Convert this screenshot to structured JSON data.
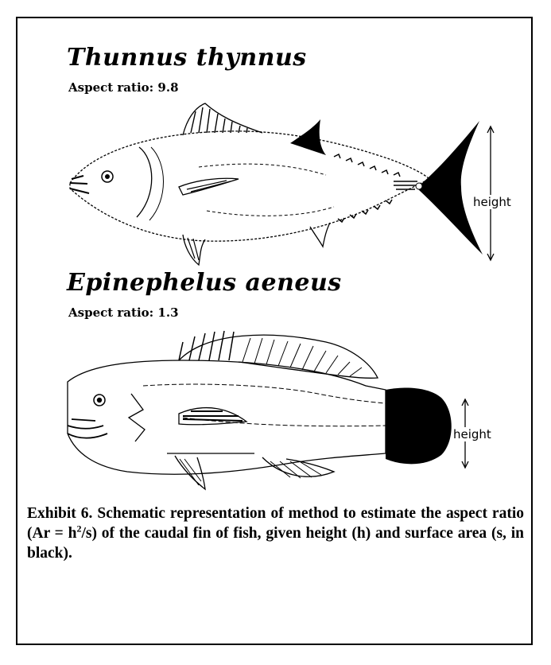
{
  "fish1": {
    "name": "Thunnus thynnus",
    "aspect_label": "Aspect ratio: 9.8",
    "height_label": "height"
  },
  "fish2": {
    "name": "Epinephelus aeneus",
    "aspect_label": "Aspect ratio: 1.3",
    "height_label": "height"
  },
  "caption": {
    "part1": "Exhibit 6. Schematic representation of method to estimate the aspect ratio (Ar = h",
    "sup": "2",
    "part2": "/s) of the caudal fin of fish, given height (h) and surface area (s, in black)."
  }
}
